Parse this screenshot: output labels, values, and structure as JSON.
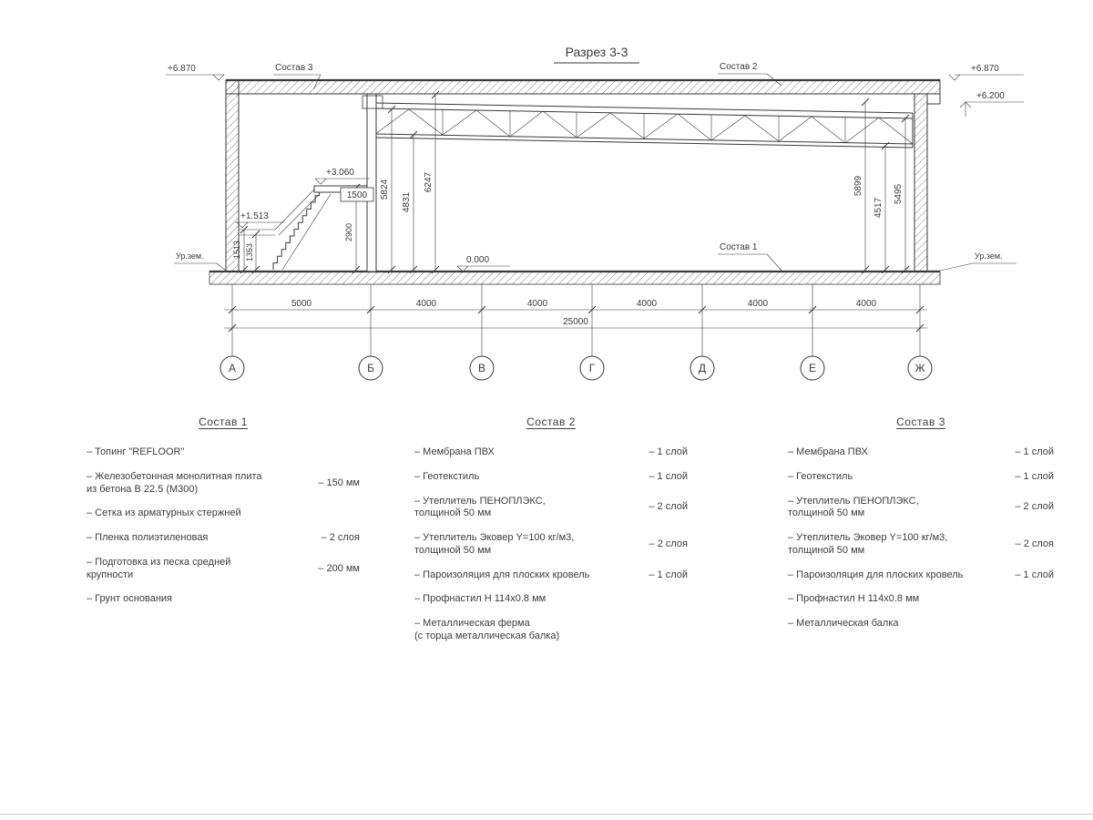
{
  "title": "Разрез 3-3",
  "section": {
    "elev_top_left": "+6.870",
    "elev_top_right": "+6.870",
    "elev_6200": "+6.200",
    "elev_3060": "+3.060",
    "elev_1513": "+1.513",
    "elev_0": "0.000",
    "ground_left": "Ур.зем.",
    "ground_right": "Ур.зем.",
    "callout_sostav1": "Состав 1",
    "callout_sostav2": "Состав 2",
    "callout_sostav3": "Состав 3",
    "dim_1500": "1500",
    "dim_2900": "2900",
    "dim_1513": "1513",
    "dim_1353": "1353",
    "dim_5824": "5824",
    "dim_4831": "4831",
    "dim_6247": "6247",
    "dim_5899": "5899",
    "dim_4517": "4517",
    "dim_5495": "5495",
    "bottom_dims": [
      "5000",
      "4000",
      "4000",
      "4000",
      "4000",
      "4000"
    ],
    "total": "25000",
    "axes": [
      "А",
      "Б",
      "В",
      "Г",
      "Д",
      "Е",
      "Ж"
    ]
  },
  "legends": [
    {
      "title": "Состав 1",
      "items": [
        {
          "text": "– Топинг \"REFLOOR\"",
          "value": ""
        },
        {
          "text": "– Железобетонная  монолитная плита\nиз бетона В 22.5 (М300)",
          "value": "– 150 мм"
        },
        {
          "text": "– Сетка из арматурных стержней",
          "value": ""
        },
        {
          "text": "– Пленка полиэтиленовая",
          "value": "– 2 слоя"
        },
        {
          "text": "– Подготовка из песка средней\nкрупности",
          "value": "– 200 мм"
        },
        {
          "text": "– Грунт основания",
          "value": ""
        }
      ]
    },
    {
      "title": "Состав 2",
      "items": [
        {
          "text": "– Мембрана ПВХ",
          "value": "– 1 слой"
        },
        {
          "text": "– Геотекстиль",
          "value": "– 1 слой"
        },
        {
          "text": "– Утеплитель ПЕНОПЛЭКС,\nтолщиной 50 мм",
          "value": "– 2 слой"
        },
        {
          "text": "– Утеплитель Эковер Y=100 кг/м3,\nтолщиной 50 мм",
          "value": "– 2 слоя"
        },
        {
          "text": "– Пароизоляция для плоских кровель",
          "value": "– 1 слой"
        },
        {
          "text": "– Профнастил Н 114х0.8 мм",
          "value": ""
        },
        {
          "text": "– Металлическая ферма\n(с торца металлическая балка)",
          "value": ""
        }
      ]
    },
    {
      "title": "Состав 3",
      "items": [
        {
          "text": "– Мембрана ПВХ",
          "value": "– 1 слой"
        },
        {
          "text": "– Геотекстиль",
          "value": "– 1 слой"
        },
        {
          "text": "– Утеплитель ПЕНОПЛЭКС,\nтолщиной 50 мм",
          "value": "– 2 слой"
        },
        {
          "text": "– Утеплитель Эковер Y=100 кг/м3,\nтолщиной 50 мм",
          "value": "– 2 слоя"
        },
        {
          "text": "– Пароизоляция для плоских кровель",
          "value": "– 1 слой"
        },
        {
          "text": "– Профнастил Н 114х0.8 мм",
          "value": ""
        },
        {
          "text": "– Металлическая балка",
          "value": ""
        }
      ]
    }
  ]
}
